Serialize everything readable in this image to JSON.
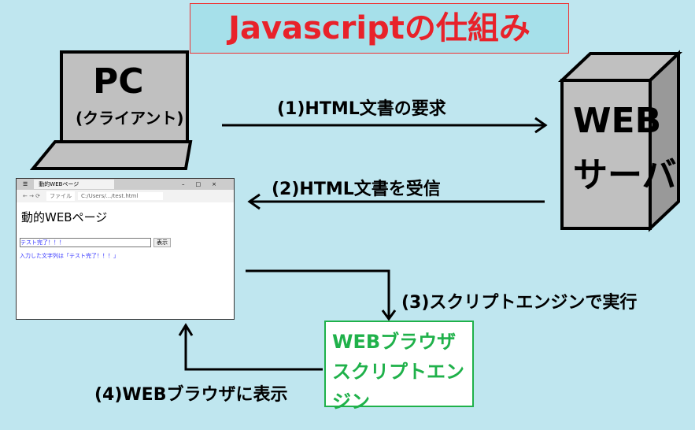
{
  "title": "Javascriptの仕組み",
  "pc": {
    "label": "PC",
    "sub": "(クライアント)"
  },
  "server": {
    "line1": "WEB",
    "line2": "サーバ"
  },
  "steps": [
    "(1)HTML文書の要求",
    "(2)HTML文書を受信",
    "(3)スクリプトエンジンで実行",
    "(4)WEBブラウザに表示"
  ],
  "engine": {
    "line1": "WEBブラウザ",
    "line2": "スクリプトエンジン"
  },
  "browser": {
    "tab": "動的WEBページ",
    "address_prefix": "ファイル",
    "address": "C:/Users/.../test.html",
    "heading": "動的WEBページ",
    "input_value": "テスト完了！！！",
    "button": "表示",
    "output": "入力した文字列は「テスト完了！！！」"
  }
}
